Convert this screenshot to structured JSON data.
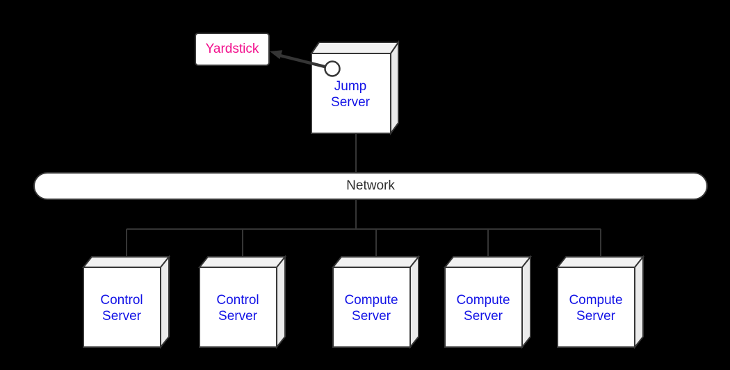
{
  "diagram": {
    "background_color": "#000000",
    "edge_color": "#353535",
    "node_border_color": "#363636",
    "node_fill_color": "#ffffff",
    "node_shade_color": "#f0f0f0",
    "yardstick_label": "Yardstick",
    "yardstick_label_color": "#f2108d",
    "network_label": "Network",
    "network_label_color": "#2e2e2e",
    "jump_server": {
      "line1": "Jump",
      "line2": "Server"
    },
    "servers": [
      {
        "line1": "Control",
        "line2": "Server"
      },
      {
        "line1": "Control",
        "line2": "Server"
      },
      {
        "line1": "Compute",
        "line2": "Server"
      },
      {
        "line1": "Compute",
        "line2": "Server"
      },
      {
        "line1": "Compute",
        "line2": "Server"
      }
    ],
    "server_label_color": "#1212e6",
    "icons": {
      "port_circle": "port-circle-icon",
      "arrow": "arrow-left-icon"
    }
  }
}
